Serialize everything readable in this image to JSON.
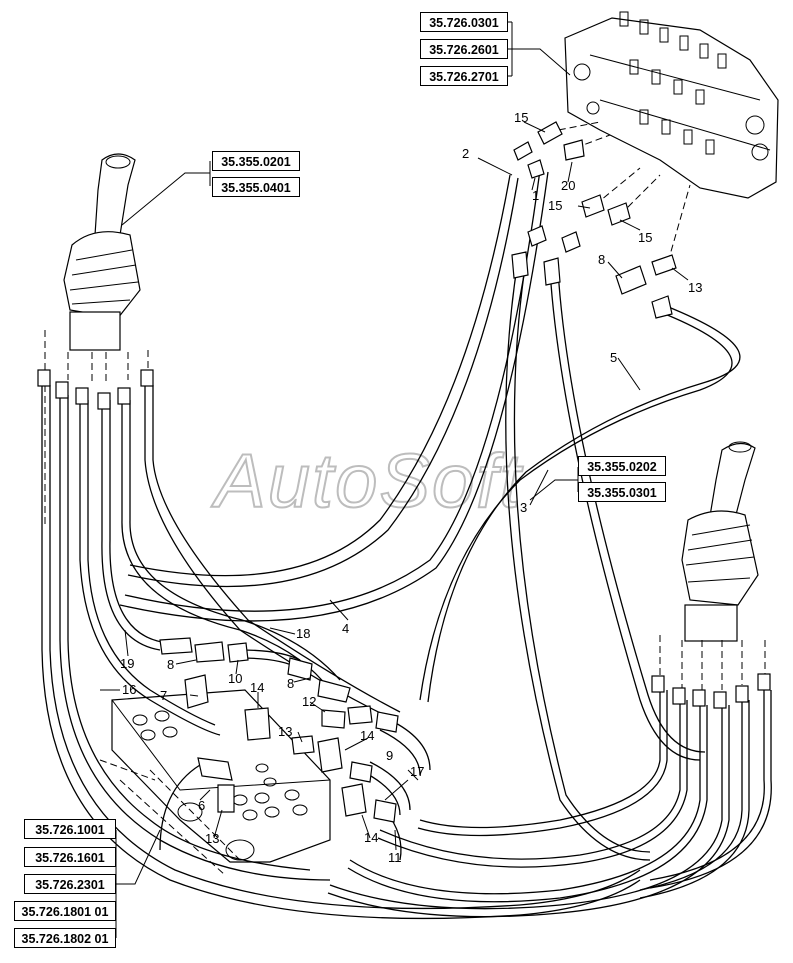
{
  "watermark": "AutoSoft",
  "ref_boxes": {
    "valve": [
      "35.726.0301",
      "35.726.2601",
      "35.726.2701"
    ],
    "left_joystick": [
      "35.355.0201",
      "35.355.0401"
    ],
    "right_joystick": [
      "35.355.0202",
      "35.355.0301"
    ],
    "manifold": [
      "35.726.1001",
      "35.726.1601",
      "35.726.2301",
      "35.726.1801 01",
      "35.726.1802 01"
    ]
  },
  "callouts": [
    "15",
    "2",
    "1",
    "20",
    "15",
    "15",
    "8",
    "13",
    "5",
    "3",
    "4",
    "18",
    "19",
    "8",
    "10",
    "8",
    "16",
    "7",
    "14",
    "12",
    "13",
    "14",
    "9",
    "17",
    "6",
    "13",
    "14",
    "11"
  ]
}
